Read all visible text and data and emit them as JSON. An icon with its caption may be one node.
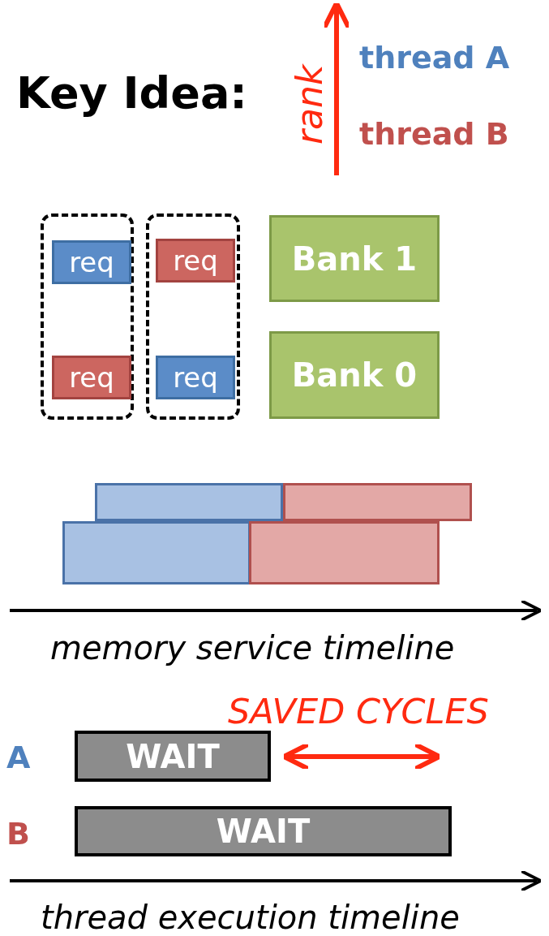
{
  "diagram": {
    "nodes": [
      {
        "text": [],
        "shape": "box"
      },
      {
        "text": [
          "req"
        ],
        "in": 0
      },
      {
        "text": [
          "req"
        ],
        "in": 0
      },
      {
        "text": [],
        "shape": "box"
      },
      {
        "text": [
          "req"
        ],
        "in": 3
      },
      {
        "text": [
          "req"
        ],
        "in": 3
      },
      {
        "text": [
          "Bank 1"
        ]
      },
      {
        "text": [
          "Bank 0"
        ]
      },
      {
        "text": [],
        "shape": "bar"
      },
      {
        "text": [],
        "shape": "bar"
      },
      {
        "text": [],
        "shape": "bar"
      },
      {
        "text": [],
        "shape": "bar"
      },
      {
        "text": [
          "WAIT"
        ]
      },
      {
        "text": [
          "WAIT"
        ]
      }
    ],
    "edges": [],
    "labels": [
      "Key Idea:",
      "rank",
      "thread A",
      "thread B",
      "memory service timeline",
      "SAVED CYCLES",
      "A",
      "B",
      "thread execution timeline"
    ]
  }
}
